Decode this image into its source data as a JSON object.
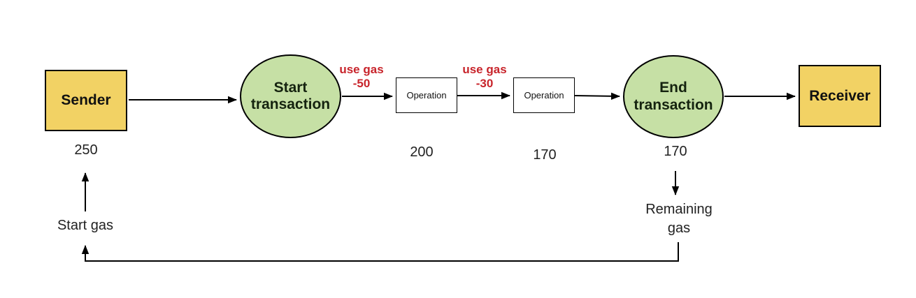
{
  "diagram": {
    "title_semantic": "transaction-gas-flow",
    "nodes": {
      "sender": {
        "label": "Sender",
        "gas_value": "250"
      },
      "start_transaction": {
        "label": "Start transaction"
      },
      "operation1": {
        "label": "Operation",
        "gas_value": "200"
      },
      "operation2": {
        "label": "Operation",
        "gas_value": "170"
      },
      "end_transaction": {
        "label": "End transaction",
        "gas_value": "170"
      },
      "receiver": {
        "label": "Receiver"
      }
    },
    "edge_labels": {
      "use_gas_1": {
        "line1": "use gas",
        "line2": "-50"
      },
      "use_gas_2": {
        "line1": "use gas",
        "line2": "-30"
      }
    },
    "annotations": {
      "start_gas": "Start gas",
      "remaining_gas_line1": "Remaining",
      "remaining_gas_line2": "gas"
    },
    "colors": {
      "endpoint_fill": "#f2d264",
      "transaction_fill": "#c6e0a5",
      "operation_fill": "#ffffff",
      "use_gas_text": "#c8242b",
      "line_color": "#000000",
      "background": "#ffffff"
    }
  }
}
